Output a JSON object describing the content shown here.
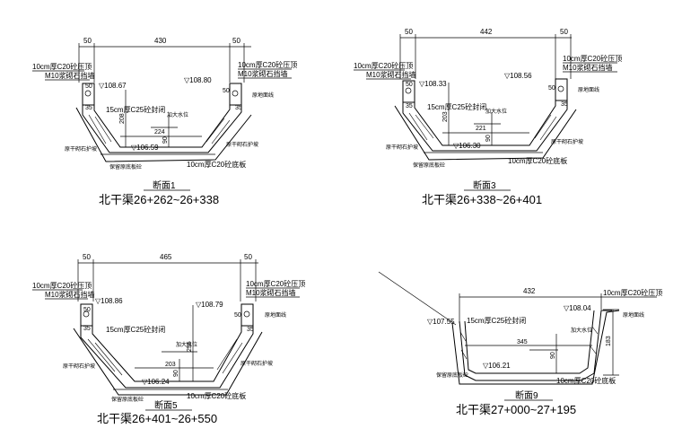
{
  "sections": [
    {
      "id": "s1",
      "title": "断面1",
      "chainage": "北干渠26+262~26+338",
      "dims": {
        "left": "50",
        "span": "430",
        "right": "50",
        "bottom": "224",
        "height": "208",
        "free": "90",
        "cap_left_h": "50",
        "cap_right_h": "50",
        "cap_left_w": "35",
        "cap_right_w": "35"
      },
      "elev": {
        "left": "▽108.67",
        "right": "▽108.80",
        "bottom": "▽106.59"
      },
      "labels": {
        "cap_left": "10cm厚C20砼压顶",
        "wall_left": "M10浆砌石挡墙",
        "cap_right": "10cm厚C20砼压顶",
        "wall_right": "M10浆砌石挡墙",
        "seal": "15cm厚C25砼封闭",
        "raised": "加大水位",
        "ground": "原地面线",
        "slope_left": "原干砌石护坡",
        "slope_right": "原干砌石护坡",
        "keep": "保留原底板砼",
        "floor": "10cm厚C20砼底板"
      }
    },
    {
      "id": "s3",
      "title": "断面3",
      "chainage": "北干渠26+338~26+401",
      "dims": {
        "left": "50",
        "span": "442",
        "right": "50",
        "bottom": "221",
        "height": "203",
        "free": "90",
        "cap_left_h": "50",
        "cap_right_h": "50",
        "cap_left_w": "35",
        "cap_right_w": "35"
      },
      "elev": {
        "left": "▽108.33",
        "right": "▽108.56",
        "bottom": "▽106.30"
      },
      "labels": {
        "cap_left": "10cm厚C20砼压顶",
        "wall_left": "M10浆砌石挡墙",
        "cap_right": "10cm厚C20砼压顶",
        "wall_right": "M10浆砌石挡墙",
        "seal": "15cm厚C25砼封闭",
        "raised": "加大水位",
        "ground": "原地面线",
        "slope_left": "原干砌石护坡",
        "slope_right": "原干砌石护坡",
        "keep": "保留原底板砼",
        "floor": "10cm厚C20砼底板"
      }
    },
    {
      "id": "s5",
      "title": "断面5",
      "chainage": "北干渠26+401~26+550",
      "dims": {
        "left": "50",
        "span": "465",
        "right": "50",
        "bottom": "",
        "height": "255",
        "height2": "203",
        "free": "90",
        "cap_left_h": "50",
        "cap_right_h": "50",
        "cap_left_w": "35",
        "cap_right_w": "35"
      },
      "elev": {
        "left": "▽108.86",
        "right": "▽108.79",
        "bottom": "▽106.24"
      },
      "labels": {
        "cap_left": "10cm厚C20砼压顶",
        "wall_left": "M10浆砌石挡墙",
        "cap_right": "10cm厚C20砼压顶",
        "wall_right": "M10浆砌石挡墙",
        "seal": "15cm厚C25砼封闭",
        "raised": "加大水位",
        "ground": "原地面线",
        "slope_left": "原干砌石护坡",
        "slope_right": "原干砌石护坡",
        "keep": "保留原底板砼",
        "floor": "10cm厚C20砼底板"
      }
    },
    {
      "id": "s9",
      "title": "断面9",
      "chainage": "北干渠27+000~27+195",
      "dims": {
        "span": "432",
        "bottom": "345",
        "height": "183",
        "free": "90"
      },
      "elev": {
        "left": "▽107.55",
        "right": "▽108.04",
        "bottom": "▽106.21"
      },
      "labels": {
        "cap_right": "10cm厚C20砼压顶",
        "seal": "15cm厚C25砼封闭",
        "raised": "加大水位",
        "ground": "原地面线",
        "keep": "保留原底板砼",
        "floor": "10cm厚C20砼底板"
      }
    }
  ]
}
